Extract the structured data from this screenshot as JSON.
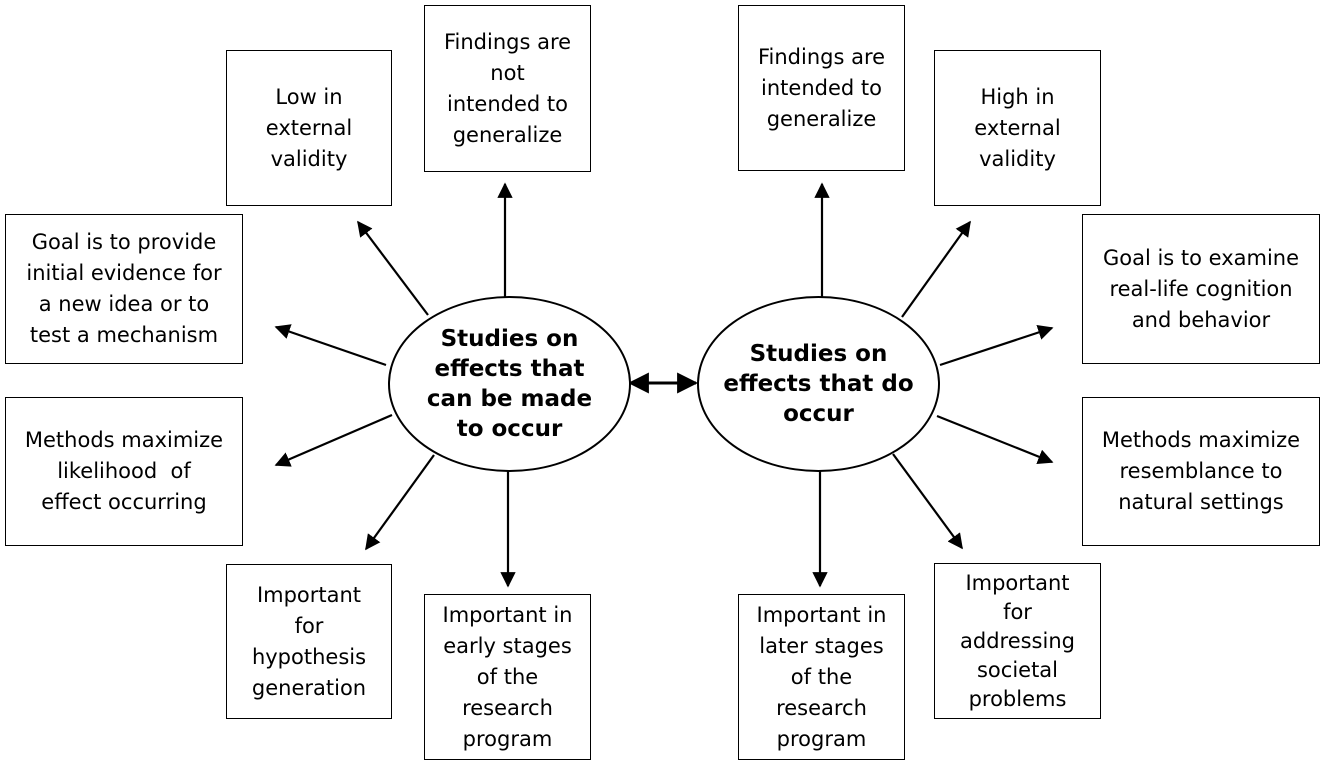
{
  "left_center": {
    "lines": [
      "Studies on",
      "effects that",
      "can be made",
      "to occur"
    ]
  },
  "right_center": {
    "lines": [
      "Studies on",
      "effects that do",
      "occur"
    ]
  },
  "left_boxes": {
    "findings": [
      "Findings are",
      "not",
      "intended to",
      "generalize"
    ],
    "validity": [
      "Low in",
      "external",
      "validity"
    ],
    "goal": [
      "Goal is to provide",
      "initial evidence for",
      "a new idea or to",
      "test a mechanism"
    ],
    "methods": [
      "Methods maximize",
      "likelihood  of",
      "effect occurring"
    ],
    "important_for": [
      "Important",
      "for",
      "hypothesis",
      "generation"
    ],
    "important_in": [
      "Important in",
      "early stages",
      "of the",
      "research",
      "program"
    ]
  },
  "right_boxes": {
    "findings": [
      "Findings are",
      "intended to",
      "generalize"
    ],
    "validity": [
      "High in",
      "external",
      "validity"
    ],
    "goal": [
      "Goal is to examine",
      "real-life cognition",
      "and behavior"
    ],
    "methods": [
      "Methods maximize",
      "resemblance to",
      "natural settings"
    ],
    "important_for": [
      "Important",
      "for",
      "addressing",
      "societal",
      "problems"
    ],
    "important_in": [
      "Important in",
      "later stages",
      "of the",
      "research",
      "program"
    ]
  }
}
